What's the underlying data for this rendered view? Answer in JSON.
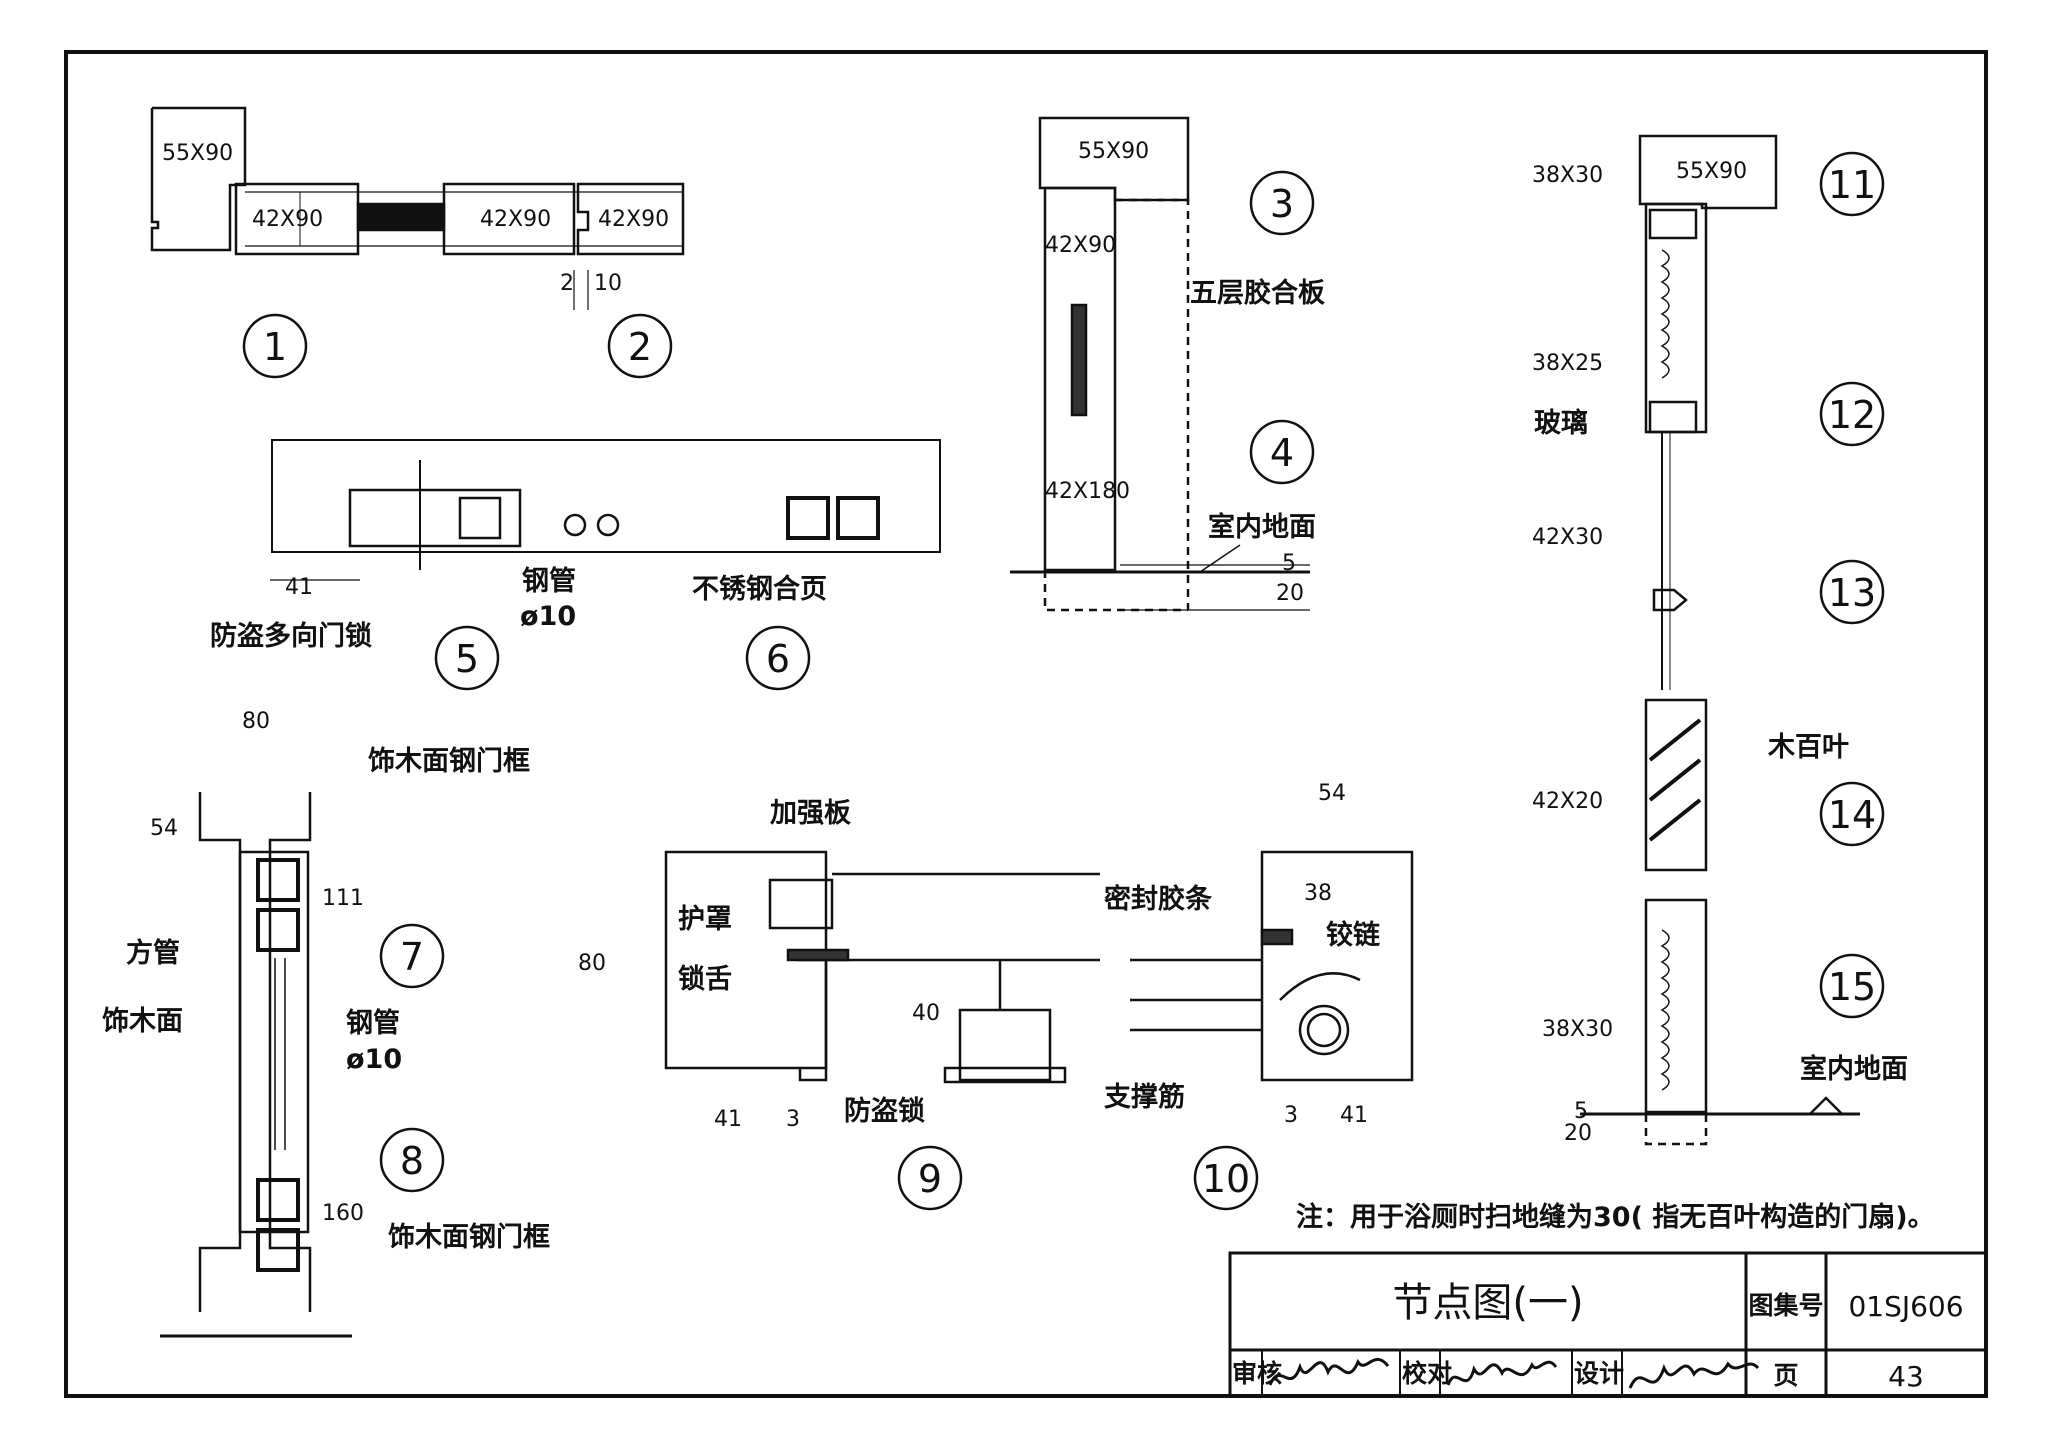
{
  "sizes": {
    "frame_55x90": "55X90",
    "sash_42x90": "42X90",
    "sash_42x180": "42X180",
    "glazing_38x30": "38X30",
    "glazing_38x25": "38X25",
    "bead_42x30": "42X30",
    "sash_42x20": "42X20"
  },
  "dims": {
    "d2": "2",
    "d10": "10",
    "d41": "41",
    "d80": "80",
    "d54": "54",
    "d111": "111",
    "d160": "160",
    "d40": "40",
    "d3": "3",
    "d38": "38",
    "d5": "5",
    "d20": "20"
  },
  "labels": {
    "plywood": "五层胶合板",
    "indoor_floor": "室内地面",
    "steel_pipe": "钢管",
    "phi10": "ø10",
    "multi_lock": "防盗多向门锁",
    "ss_hinge": "不锈钢合页",
    "wood_steel_frame": "饰木面钢门框",
    "square_tube": "方管",
    "wood_face": "饰木面",
    "reinforce_plate": "加强板",
    "guard": "护罩",
    "lock_tongue": "锁舌",
    "antitheft_lock": "防盗锁",
    "seal_strip": "密封胶条",
    "hinge": "铰链",
    "support_rib": "支撑筋",
    "glass": "玻璃",
    "wood_louver": "木百叶"
  },
  "node_numbers": [
    "1",
    "2",
    "3",
    "4",
    "5",
    "6",
    "7",
    "8",
    "9",
    "10",
    "11",
    "12",
    "13",
    "14",
    "15"
  ],
  "note": "注：用于浴厕时扫地缝为30( 指无百叶构造的门扇)。",
  "title_block": {
    "title": "节点图(一)",
    "atlas_label": "图集号",
    "atlas_no": "01SJ606",
    "review_label": "审核",
    "check_label": "校对",
    "design_label": "设计",
    "page_label": "页",
    "page_no": "43"
  }
}
